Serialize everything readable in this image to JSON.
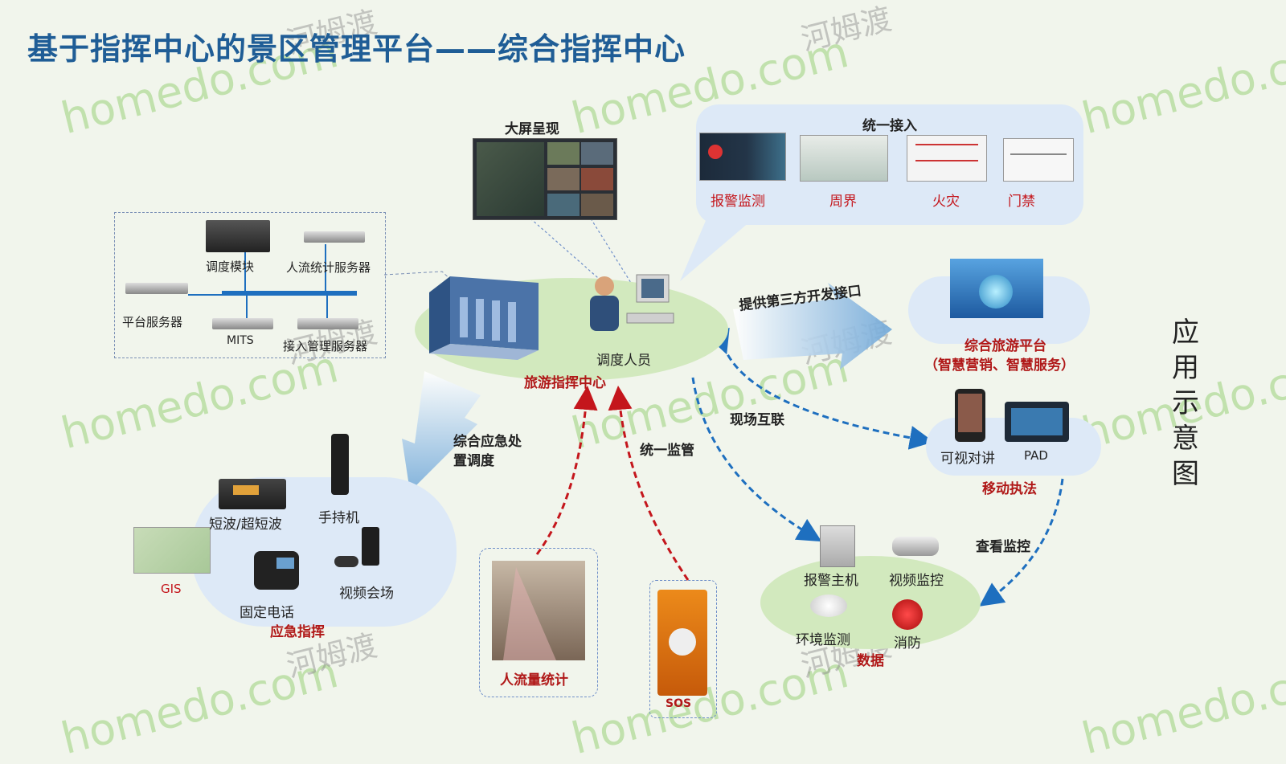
{
  "title": "基于指挥中心的景区管理平台——综合指挥中心",
  "watermark": {
    "latin": "homedo.com",
    "cn": "河姆渡"
  },
  "big_screen": {
    "label": "大屏呈现"
  },
  "unified_access": {
    "title": "统一接入",
    "items": [
      "报警监测",
      "周界",
      "火灾",
      "门禁"
    ]
  },
  "servers": {
    "dispatch_module": "调度模块",
    "people_flow_server": "人流统计服务器",
    "platform_server": "平台服务器",
    "mits": "MITS",
    "access_mgmt_server": "接入管理服务器"
  },
  "center": {
    "operator": "调度人员",
    "name": "旅游指挥中心"
  },
  "third_party_api": "提供第三方开发接口",
  "tourism_platform": {
    "name": "综合旅游平台",
    "sub": "（智慧营销、智慧服务）"
  },
  "mobile": {
    "video_intercom": "可视对讲",
    "pad": "PAD",
    "name": "移动执法"
  },
  "links": {
    "onsite_interconnect": "现场互联",
    "unified_supervision": "统一监管",
    "view_monitoring": "查看监控",
    "emergency_dispatch": "综合应急处置调度"
  },
  "emergency": {
    "shortwave": "短波/超短波",
    "handheld": "手持机",
    "gis": "GIS",
    "phone": "固定电话",
    "video_conf": "视频会场",
    "name": "应急指挥"
  },
  "people_count": "人流量统计",
  "sos": "SOS",
  "data_devices": {
    "alarm_host": "报警主机",
    "video_monitor": "视频监控",
    "env_monitor": "环境监测",
    "fire": "消防",
    "name": "数据"
  },
  "side_label": [
    "应",
    "用",
    "示",
    "意",
    "图"
  ],
  "colors": {
    "title": "#1f5d96",
    "accent_red": "#c4161c",
    "link_blue": "#1e6fbf",
    "ellipse_green": "#cfe7b8",
    "bubble_blue": "#dde9f7"
  }
}
